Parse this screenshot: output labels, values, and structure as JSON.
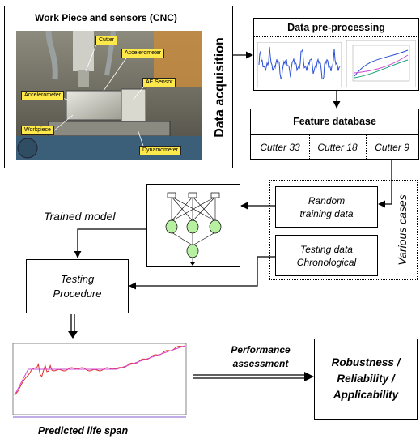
{
  "acquisition": {
    "panel_title": "Work Piece and sensors (CNC)",
    "vertical_label": "Data acquisition",
    "photo_labels": {
      "cutter": "Cutter",
      "accel_top": "Accelerometer",
      "accel_left": "Accelerometer",
      "ae_sensor": "AE Sensor",
      "workpiece": "Workpiece",
      "dynamometer": "Dynamometer"
    }
  },
  "preprocessing": {
    "title": "Data pre-processing"
  },
  "feature_db": {
    "title": "Feature database",
    "cutters": [
      "Cutter 33",
      "Cutter 18",
      "Cutter 9"
    ]
  },
  "cases": {
    "label": "Various cases",
    "random": [
      "Random",
      "training data"
    ],
    "testing": [
      "Testing data",
      "Chronological"
    ]
  },
  "trained_model": "Trained model",
  "testing_procedure": [
    "Testing",
    "Procedure"
  ],
  "performance": [
    "Performance",
    "assessment"
  ],
  "outcome": [
    "Robustness /",
    "Reliability /",
    "Applicability"
  ],
  "predicted_caption": "Predicted life span",
  "colors": {
    "signal_blue": "#2b4fd6",
    "curve_red": "#e0302a",
    "curve_pink": "#d24ad6",
    "node_green": "#b6f0a0",
    "label_yellow": "#ffe84a",
    "photo_base": "#6b6a5e"
  }
}
